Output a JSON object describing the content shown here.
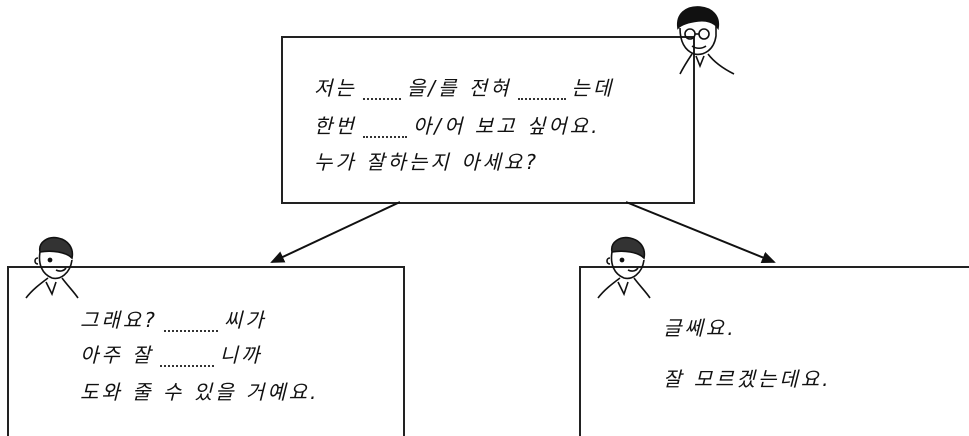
{
  "top_box": {
    "line1": {
      "a": "저는",
      "b": "을/를 전혀",
      "c": "는데"
    },
    "line2": {
      "a": "한번",
      "b": "아/어 보고 싶어요."
    },
    "line3": "누가 잘하는지 아세요?"
  },
  "left_box": {
    "line1": {
      "a": "그래요?",
      "b": "씨가"
    },
    "line2": {
      "a": "아주 잘",
      "b": "니까"
    },
    "line3": "도와 줄 수 있을 거예요."
  },
  "right_box": {
    "line1": "글쎄요.",
    "line2": "잘 모르겠는데요."
  },
  "icons": {
    "top": "man-with-glasses-icon",
    "left": "man-speaker-icon",
    "right": "man-speaker-icon"
  }
}
